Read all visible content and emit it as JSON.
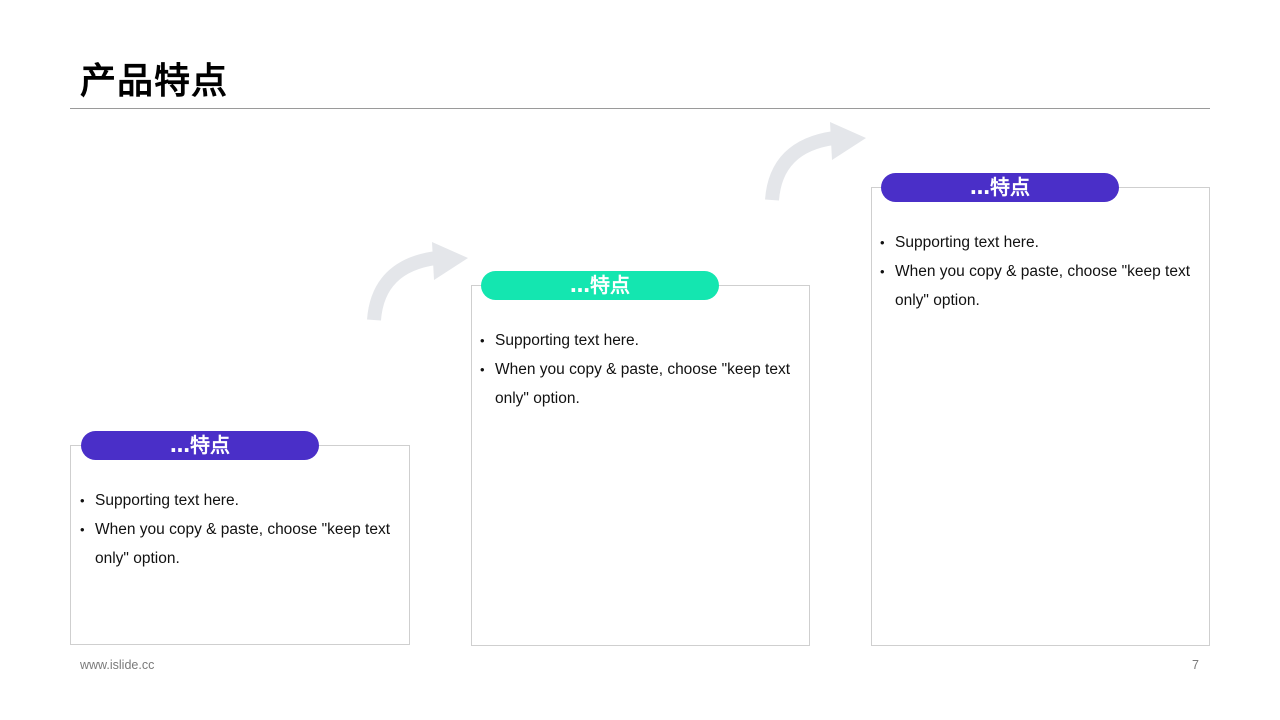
{
  "slide": {
    "title": "产品特点",
    "footer_url": "www.islide.cc",
    "page_number": "7"
  },
  "colors": {
    "accent_purple": "#4a2fc8",
    "accent_teal": "#14e6b0",
    "arrow_gray": "#e4e6ea"
  },
  "cards": [
    {
      "heading": "…特点",
      "color": "#4a2fc8",
      "bullets": [
        "Supporting text here.",
        "When you copy & paste, choose \"keep text only\" option."
      ]
    },
    {
      "heading": "…特点",
      "color": "#14e6b0",
      "bullets": [
        "Supporting text here.",
        "When you copy & paste, choose \"keep text only\" option."
      ]
    },
    {
      "heading": "…特点",
      "color": "#4a2fc8",
      "bullets": [
        "Supporting text here.",
        "When you copy & paste, choose \"keep text only\" option."
      ]
    }
  ],
  "icons": {
    "step_arrow": "curved-arrow-up-right-icon"
  }
}
